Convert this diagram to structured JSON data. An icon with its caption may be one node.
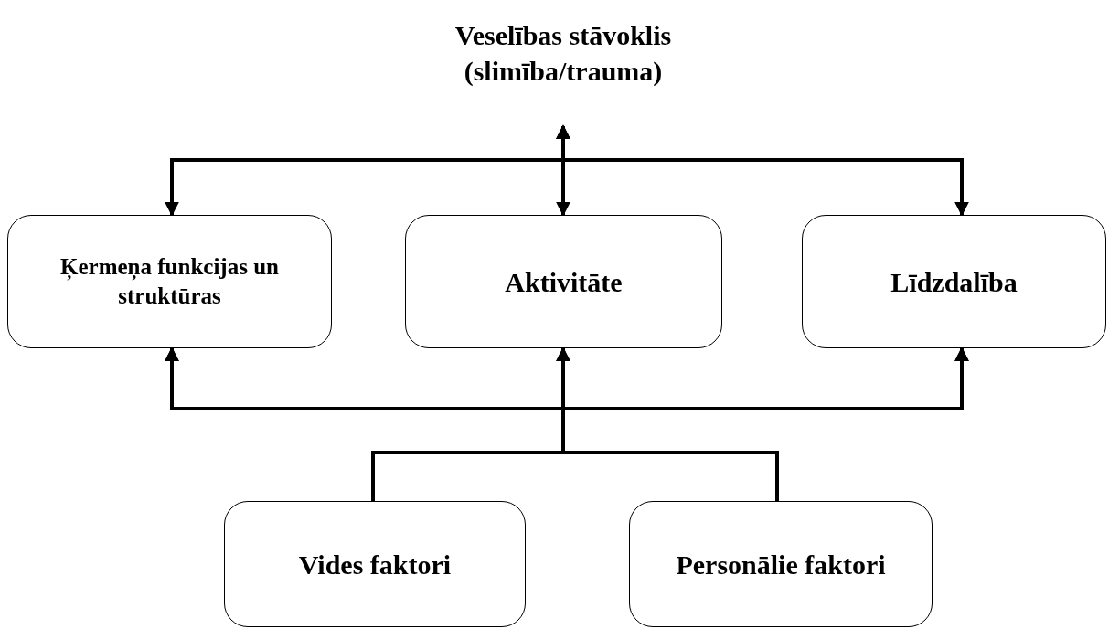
{
  "diagram": {
    "nodes": [
      {
        "text": [
          "Veselības stāvoklis (slimība/trauma)"
        ]
      },
      {
        "text": [
          "Ķermeņa funkcijas un struktūras"
        ]
      },
      {
        "text": [
          "Aktivitāte"
        ]
      },
      {
        "text": [
          "Līdzdalība"
        ]
      },
      {
        "text": [
          "Vides faktori"
        ]
      },
      {
        "text": [
          "Personālie faktori"
        ]
      }
    ],
    "edges": [
      {
        "from": 0,
        "to": 1,
        "arrow": "both"
      },
      {
        "from": 0,
        "to": 2,
        "arrow": "both"
      },
      {
        "from": 0,
        "to": 3,
        "arrow": "both"
      },
      {
        "from": 4,
        "to": 1,
        "arrow": "to"
      },
      {
        "from": 4,
        "to": 2,
        "arrow": "to"
      },
      {
        "from": 4,
        "to": 3,
        "arrow": "to"
      },
      {
        "from": 5,
        "to": 1,
        "arrow": "to"
      },
      {
        "from": 5,
        "to": 2,
        "arrow": "to"
      },
      {
        "from": 5,
        "to": 3,
        "arrow": "to"
      }
    ]
  }
}
